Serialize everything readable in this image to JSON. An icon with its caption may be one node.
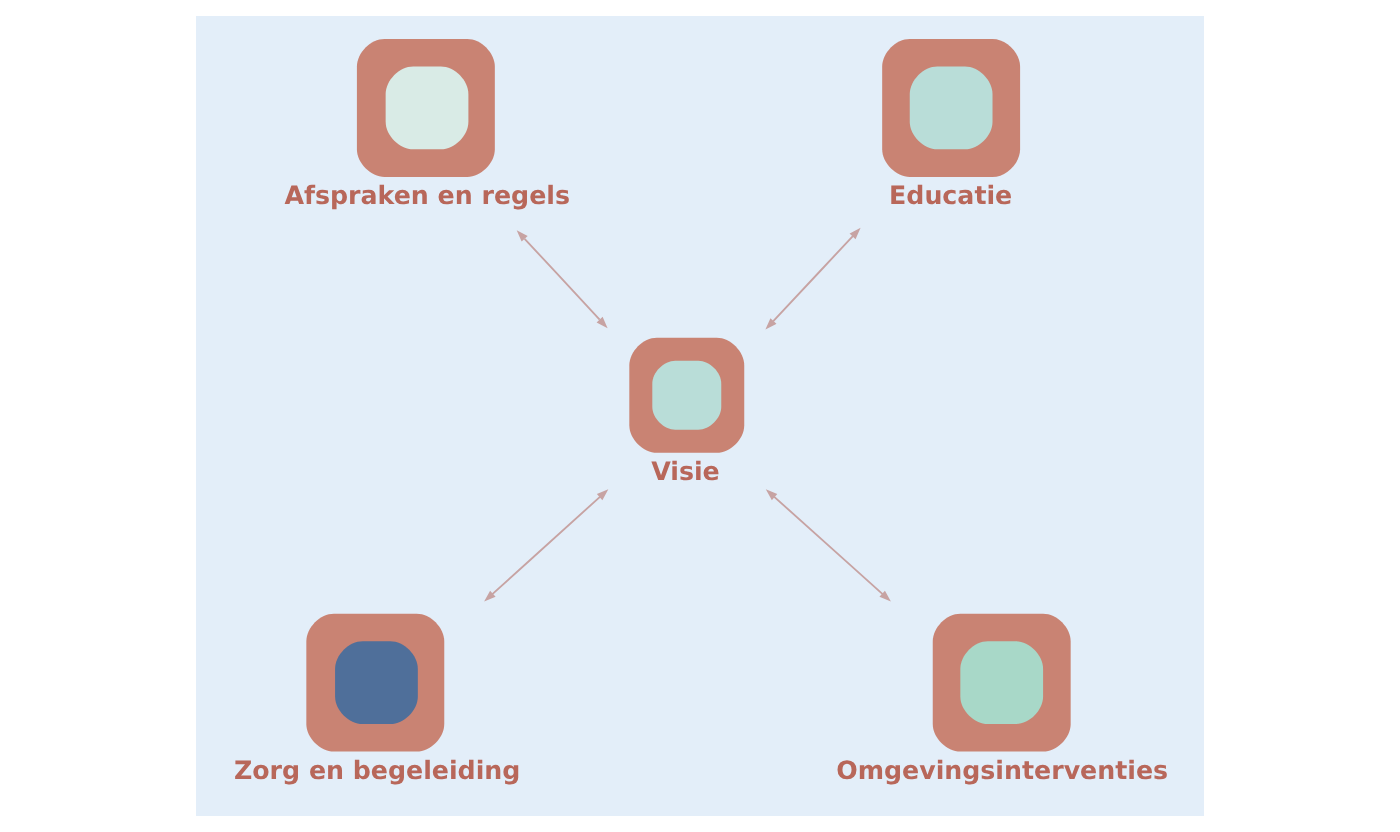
{
  "diagram": {
    "nodes": [
      {
        "text": [
          "Afspraken en regels"
        ]
      },
      {
        "text": [
          "Educatie"
        ]
      },
      {
        "text": [
          "Visie"
        ]
      },
      {
        "text": [
          "Zorg en begeleiding"
        ]
      },
      {
        "text": [
          "Omgevingsinterventies"
        ]
      }
    ],
    "edges": [
      {
        "from": 0,
        "to": 2,
        "arrow": "both"
      },
      {
        "from": 1,
        "to": 2,
        "arrow": "both"
      },
      {
        "from": 2,
        "to": 3,
        "arrow": "both"
      },
      {
        "from": 2,
        "to": 4,
        "arrow": "both"
      }
    ]
  }
}
